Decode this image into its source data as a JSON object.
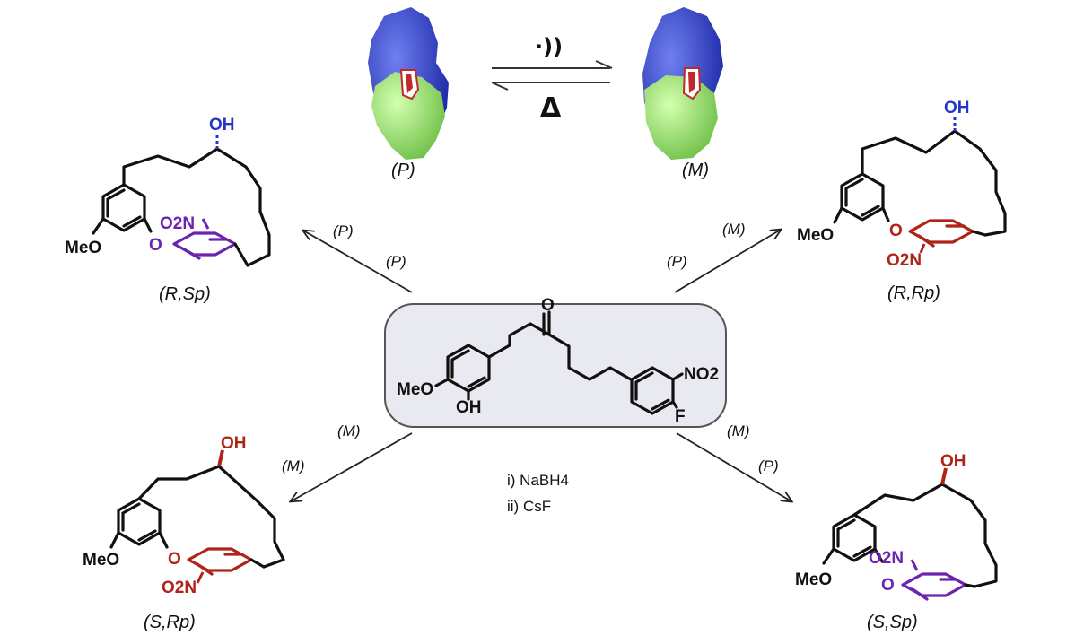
{
  "equilibrium": {
    "forward_symbol": "·))",
    "reverse_symbol": "Δ",
    "left_label": "(P)",
    "right_label": "(M)"
  },
  "colors": {
    "blue": "#2636c4",
    "red": "#b02418",
    "purple": "#6b23b0",
    "green": "#9be26a",
    "black": "#111111"
  },
  "center": {
    "ketone_o": "O",
    "methoxy": "MeO",
    "hydroxy": "OH",
    "fluoro": "F",
    "nitro": "NO2",
    "conditions": [
      "i) NaBH4",
      "ii) CsF"
    ]
  },
  "arrows": {
    "top_left": [
      "(P)",
      "(P)"
    ],
    "top_right": [
      "(P)",
      "(M)"
    ],
    "bottom_left": [
      "(M)",
      "(M)"
    ],
    "bottom_right": [
      "(M)",
      "(P)"
    ]
  },
  "products": {
    "tl": {
      "oh": "OH",
      "nitro": "O2N",
      "ether_o": "O",
      "methoxy": "MeO",
      "caption": "(R,Sp)"
    },
    "tr": {
      "oh": "OH",
      "nitro": "O2N",
      "ether_o": "O",
      "methoxy": "MeO",
      "caption": "(R,Rp)"
    },
    "bl": {
      "oh": "OH",
      "nitro": "O2N",
      "ether_o": "O",
      "methoxy": "MeO",
      "caption": "(S,Rp)"
    },
    "br": {
      "oh": "OH",
      "nitro": "O2N",
      "ether_o": "O",
      "methoxy": "MeO",
      "caption": "(S,Sp)"
    }
  }
}
